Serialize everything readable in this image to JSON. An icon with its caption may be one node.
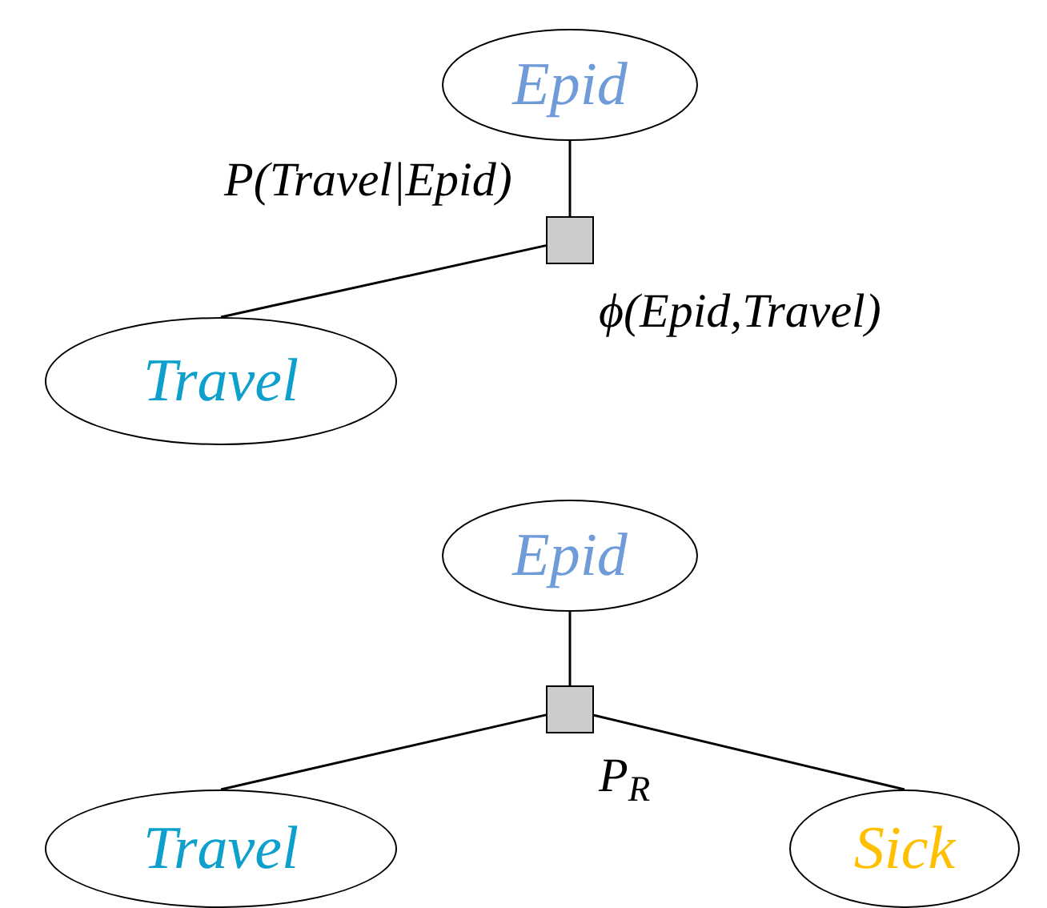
{
  "diagram": {
    "nodes": [
      {
        "text": [
          "Epid"
        ]
      },
      {
        "text": [],
        "shape": "box",
        "beside": [
          "ϕ(Epid,Travel)"
        ]
      },
      {
        "text": [
          "Travel"
        ]
      },
      {
        "text": [
          "Epid"
        ]
      },
      {
        "text": [],
        "shape": "box",
        "beside": [
          "P$_{R}$"
        ]
      },
      {
        "text": [
          "Travel"
        ]
      },
      {
        "text": [
          "Sick"
        ]
      }
    ],
    "edges": [
      {
        "from": 0,
        "to": 1,
        "arrow": "none"
      },
      {
        "from": 1,
        "to": 2,
        "arrow": "none"
      },
      {
        "from": 3,
        "to": 4,
        "arrow": "none"
      },
      {
        "from": 4,
        "to": 5,
        "arrow": "none"
      },
      {
        "from": 4,
        "to": 6,
        "arrow": "none"
      }
    ],
    "labels": [
      "P(Travel|Epid)"
    ]
  }
}
